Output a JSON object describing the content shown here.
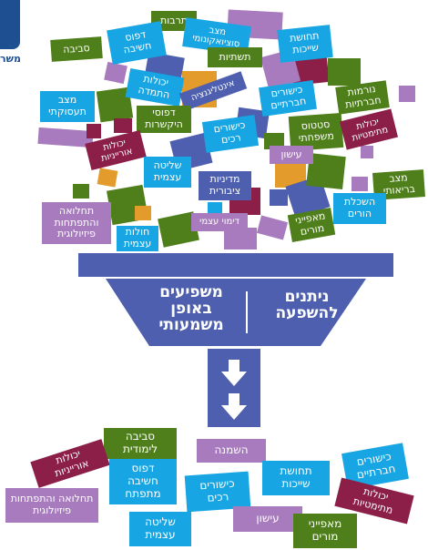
{
  "logo": {
    "text": "משר"
  },
  "top_tiles": [
    {
      "id": "t1",
      "text": "תרבות",
      "color": "green"
    },
    {
      "id": "t2",
      "text": "דפוס\nחשיבה",
      "color": "blue"
    },
    {
      "id": "t3",
      "text": "מצב\nסוציואקונומי",
      "color": "blue"
    },
    {
      "id": "t4",
      "text": "תחושת\nשייכות",
      "color": "blue"
    },
    {
      "id": "t5",
      "text": "סביבה",
      "color": "green"
    },
    {
      "id": "t6",
      "text": "תשתיות",
      "color": "green"
    },
    {
      "id": "t7",
      "text": "יכולות\nהתמדה",
      "color": "blue"
    },
    {
      "id": "t8",
      "text": "אינטליגנציה",
      "color": "navy"
    },
    {
      "id": "t9",
      "text": "כישורים\nחברתיים",
      "color": "blue"
    },
    {
      "id": "t10",
      "text": "נורמות\nחברתיות",
      "color": "green"
    },
    {
      "id": "t11",
      "text": "מצב\nתעסוקתי",
      "color": "blue"
    },
    {
      "id": "t12",
      "text": "דפוסי\nהיקשרות",
      "color": "green"
    },
    {
      "id": "t13",
      "text": "כישורים\nרכים",
      "color": "blue"
    },
    {
      "id": "t14",
      "text": "סטטוס\nמשפחתי",
      "color": "green"
    },
    {
      "id": "t15",
      "text": "יכולות\nמתימטיות",
      "color": "wine"
    },
    {
      "id": "t16",
      "text": "יכולות\nאורייניות",
      "color": "wine"
    },
    {
      "id": "t17",
      "text": "עישון",
      "color": "purple"
    },
    {
      "id": "t18",
      "text": "שליטה\nעצמית",
      "color": "blue"
    },
    {
      "id": "t19",
      "text": "מדיניות\nציבורית",
      "color": "navy"
    },
    {
      "id": "t20",
      "text": "מצב\nבריאותי",
      "color": "green"
    },
    {
      "id": "t21",
      "text": "השכלת\nהורים",
      "color": "blue"
    },
    {
      "id": "t22",
      "text": "תחלואה\nוהתפתחות\nפיזיולוגית",
      "color": "purple"
    },
    {
      "id": "t23",
      "text": "דימוי עצמי",
      "color": "purple"
    },
    {
      "id": "t24",
      "text": "מאפייני\nמורים",
      "color": "green"
    },
    {
      "id": "t25",
      "text": "חולות\nעצמית",
      "color": "blue"
    }
  ],
  "funnel": {
    "left_text": "משפיעים\nבאופן\nמשמעותי",
    "right_text": "ניתנים\nלהשפעה"
  },
  "bottom_tiles": [
    {
      "id": "b1",
      "text": "סביבה\nלימודית",
      "color": "green"
    },
    {
      "id": "b2",
      "text": "השמנה",
      "color": "purple"
    },
    {
      "id": "b3",
      "text": "כישורים\nחברתיים",
      "color": "blue"
    },
    {
      "id": "b4",
      "text": "יכולות\nאורייניות",
      "color": "wine"
    },
    {
      "id": "b5",
      "text": "דפוס\nחשיבה\nמתפתח",
      "color": "blue"
    },
    {
      "id": "b6",
      "text": "תחושת\nשייכות",
      "color": "blue"
    },
    {
      "id": "b7",
      "text": "כישורים\nרכים",
      "color": "blue"
    },
    {
      "id": "b8",
      "text": "יכולות\nמתימטיות",
      "color": "wine"
    },
    {
      "id": "b9",
      "text": "תחלואה והתפתחות\nפיזיולוגית",
      "color": "purple"
    },
    {
      "id": "b10",
      "text": "עישון",
      "color": "purple"
    },
    {
      "id": "b11",
      "text": "שליטה\nעצמית",
      "color": "blue"
    },
    {
      "id": "b12",
      "text": "מאפייני\nמורים",
      "color": "green"
    }
  ],
  "colors": {
    "blue": "#17a6e3",
    "green": "#4f7f1a",
    "purple": "#a77bbd",
    "wine": "#8b1f47",
    "navy": "#4d5fae",
    "orange": "#e39b2b"
  }
}
